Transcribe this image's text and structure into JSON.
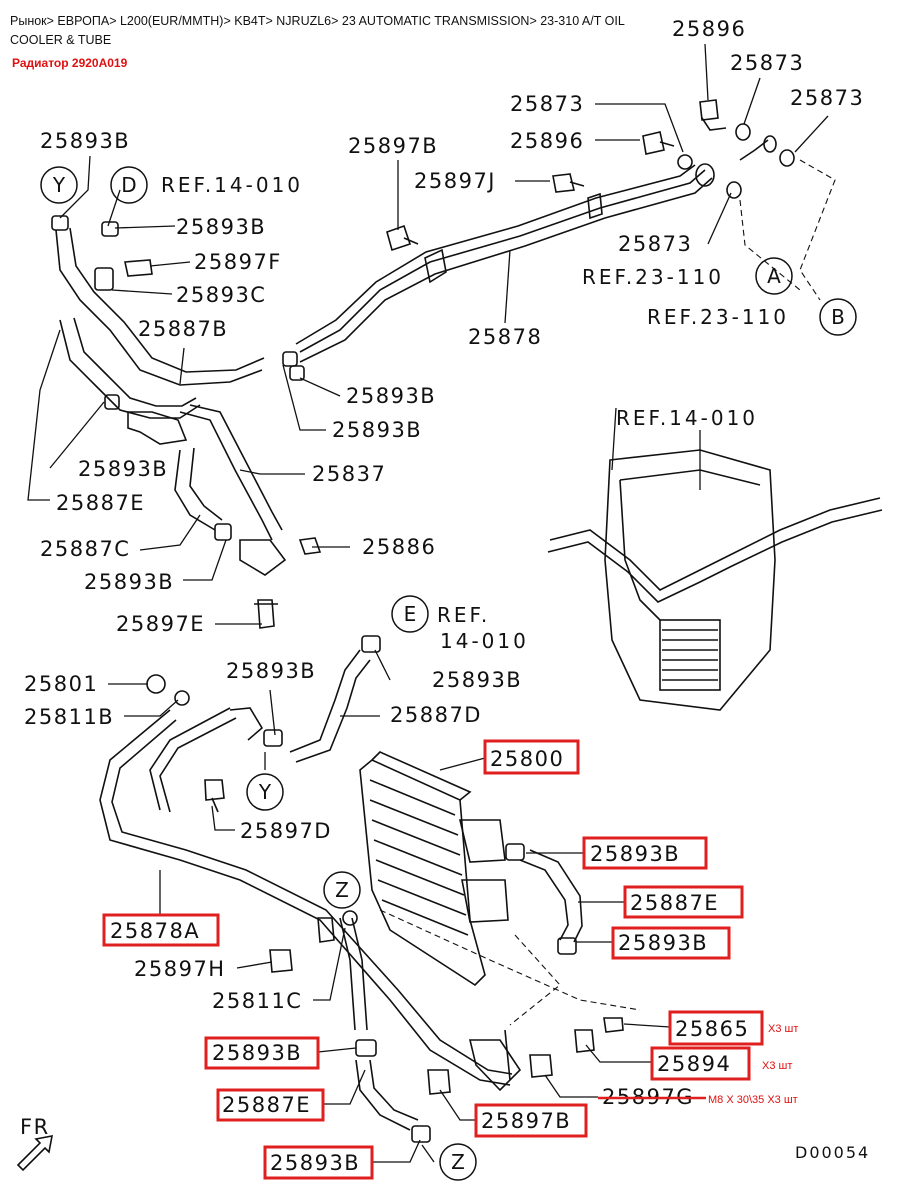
{
  "breadcrumb": "Рынок> ЕВРОПА> L200(EUR/MMTH)> KB4T> NJRUZL6> 23 AUTOMATIC TRANSMISSION> 23-310 A/T OIL COOLER & TUBE",
  "radiator_note": "Радиатор 2920A019",
  "diagram_code": "D00054",
  "direction_label": "FR",
  "callouts": {
    "c_Y1": "Y",
    "c_D": "D",
    "c_A": "A",
    "c_B": "B",
    "c_E": "E",
    "c_Y2": "Y",
    "c_Z1": "Z",
    "c_Z2": "Z"
  },
  "refs": {
    "ref_14_010_top": "REF.14-010",
    "ref_23_110_a": "REF.23-110",
    "ref_23_110_b": "REF.23-110",
    "ref_14_010_mid": "REF.14-010",
    "ref_14_010_e_1": "REF.",
    "ref_14_010_e_2": "14-010"
  },
  "labels": {
    "l25896_top": "25896",
    "l25873_top": "25873",
    "l25873_right": "25873",
    "l25873_mid": "25873",
    "l25896_mid": "25896",
    "l25897J": "25897J",
    "l25897B_top": "25897B",
    "l25893B_tl": "25893B",
    "l25893B_d": "25893B",
    "l25897F": "25897F",
    "l25893C": "25893C",
    "l25873_low": "25873",
    "l25887B": "25887B",
    "l25878": "25878",
    "l25893B_c1": "25893B",
    "l25893B_c2": "25893B",
    "l25893B_l": "25893B",
    "l25837": "25837",
    "l25887E_top": "25887E",
    "l25887C": "25887C",
    "l25886": "25886",
    "l25893B_lb": "25893B",
    "l25897E": "25897E",
    "l25893B_e": "25893B",
    "l25801": "25801",
    "l25893B_y": "25893B",
    "l25811B": "25811B",
    "l25887D": "25887D",
    "l25897D": "25897D",
    "l25800": "25800",
    "l25893B_r1": "25893B",
    "l25887E_r": "25887E",
    "l25878A": "25878A",
    "l25893B_r2": "25893B",
    "l25897H": "25897H",
    "l25811C": "25811C",
    "l25865": "25865",
    "l25893B_b1": "25893B",
    "l25894": "25894",
    "l25897G": "25897G",
    "l25887E_b": "25887E",
    "l25897B_b": "25897B",
    "l25893B_b2": "25893B"
  },
  "notes": {
    "n25865": "Х3 шт",
    "n25894": "Х3 шт",
    "n25897G": "M8 X 30\\35 Х3 шт"
  },
  "highlighted_parts": [
    "25800",
    "25893B",
    "25887E",
    "25893B",
    "25878A",
    "25865",
    "25893B",
    "25894",
    "25887E",
    "25897B",
    "25893B"
  ],
  "highlight_color": "#e01f1f",
  "note_color": "#e01010"
}
